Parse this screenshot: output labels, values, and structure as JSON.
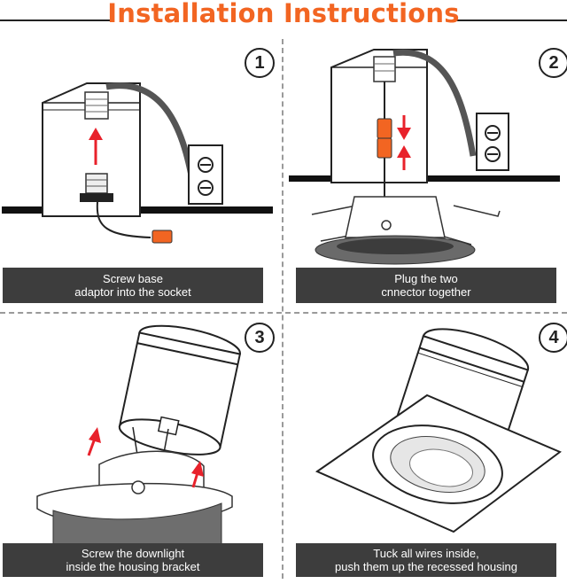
{
  "title": "Installation Instructions",
  "colors": {
    "accent": "#f26522",
    "caption_bg": "#3d3d3d",
    "arrow": "#e8212b"
  },
  "steps": [
    {
      "number": "1",
      "line1": "Screw base",
      "line2": "adaptor into the socket"
    },
    {
      "number": "2",
      "line1": "Plug the two",
      "line2": "cnnector together"
    },
    {
      "number": "3",
      "line1": "Screw the downlight",
      "line2": "inside the housing bracket"
    },
    {
      "number": "4",
      "line1": "Tuck all wires inside,",
      "line2": "push them up the recessed housing"
    }
  ]
}
